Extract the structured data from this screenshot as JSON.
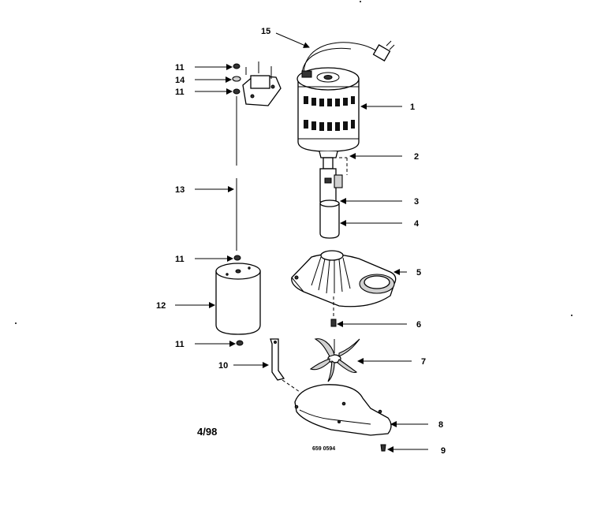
{
  "callouts": {
    "c1": "1",
    "c2": "2",
    "c3": "3",
    "c4": "4",
    "c5": "5",
    "c6": "6",
    "c7": "7",
    "c8": "8",
    "c9": "9",
    "c10": "10",
    "c11a": "11",
    "c11b": "11",
    "c11c": "11",
    "c11d": "11",
    "c12": "12",
    "c13": "13",
    "c14": "14",
    "c15": "15"
  },
  "date_code": "4/98",
  "drawing_number": "659 0594"
}
